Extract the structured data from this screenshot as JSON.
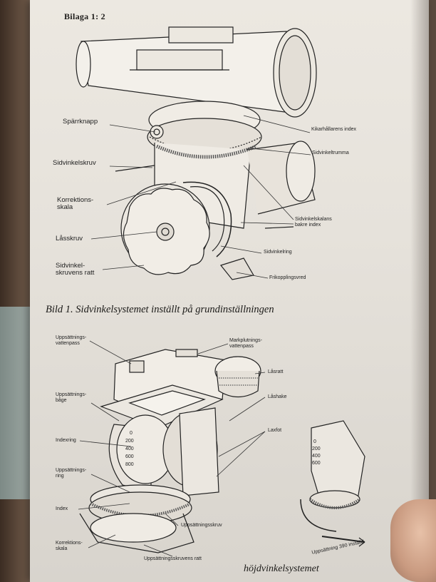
{
  "page": {
    "header": "Bilaga 1: 2",
    "caption_top": "Bild 1. Sidvinkelsystemet inställt på grundinställningen",
    "caption_bottom_partial": "höjdvinkelsystemet"
  },
  "figure1": {
    "labels": {
      "sparrknapp": "Spärrknapp",
      "sidvinkelskruv": "Sidvinkelskruv",
      "korrektionsskala": "Korrektions-\nskala",
      "lasskruv": "Låsskruv",
      "sidvinkelskruvens_ratt": "Sidvinkel-\nskruvens ratt",
      "kikarhallarens_index": "Kikarhållarens index",
      "sidvinkeltrumma": "Sidvinkeltrumma",
      "sidvinkelskalans_bakre_index": "Sidvinkelskalans\nbakre index",
      "sidvinkelring": "Sidvinkelring",
      "frikopplingsvred": "Frikopplingsvred"
    }
  },
  "figure2": {
    "labels": {
      "uppsattnings_vattenpass": "Uppsättnings-\nvattenpass",
      "uppsattningsbage": "Uppsättnings-\nbåge",
      "indexring": "Indexring",
      "uppsattningsring": "Uppsättnings-\nring",
      "index": "Index",
      "korrektionsskala": "Korrektions-\nskala",
      "markplutnings_vattenpass": "Markplutnings-\nvattenpass",
      "lasratt": "Låsratt",
      "lashake": "Låshake",
      "laxfot": "Laxfot",
      "uppsattningsskruv": "Uppsättningsskruv",
      "uppsattningsskruvens_ratt": "Uppsättningsskruvens ratt",
      "uppsattning_inset": "Uppsättning 390 inställd"
    },
    "scale_numbers": [
      "0",
      "200",
      "400",
      "600",
      "800"
    ],
    "inset_scale_numbers": [
      "0",
      "200",
      "400",
      "600"
    ]
  },
  "colors": {
    "paper": "#e8e4dd",
    "ink": "#1e1c1a"
  }
}
